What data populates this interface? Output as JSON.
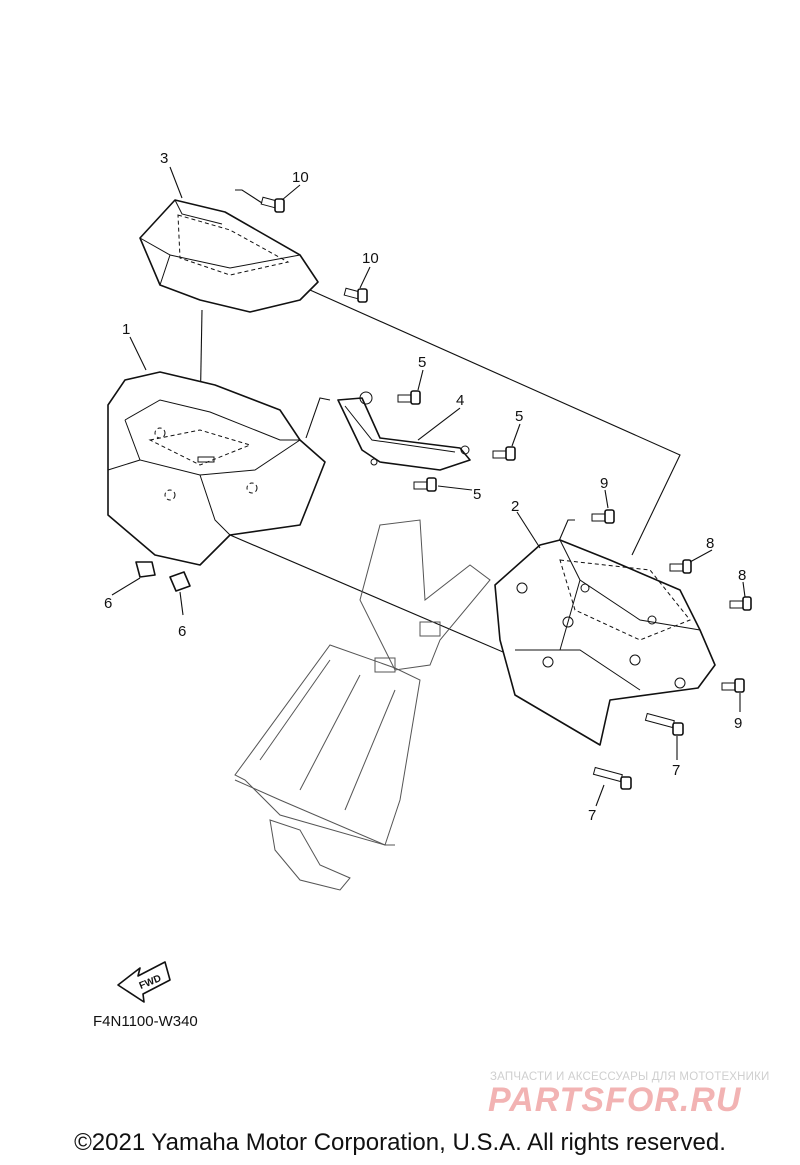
{
  "diagram": {
    "callouts": [
      "3",
      "10",
      "10",
      "1",
      "5",
      "4",
      "5",
      "5",
      "2",
      "9",
      "8",
      "8",
      "9",
      "6",
      "6",
      "7",
      "7"
    ],
    "fwd_label": "FWD",
    "drawing_code": "F4N1100-W340"
  },
  "watermark": {
    "tagline": "ЗАПЧАСТИ И АКСЕССУАРЫ ДЛЯ МОТОТЕХНИКИ",
    "brand": "PARTSFOR.RU"
  },
  "footer": {
    "copyright": "©2021 Yamaha Motor Corporation, U.S.A. All rights reserved."
  }
}
